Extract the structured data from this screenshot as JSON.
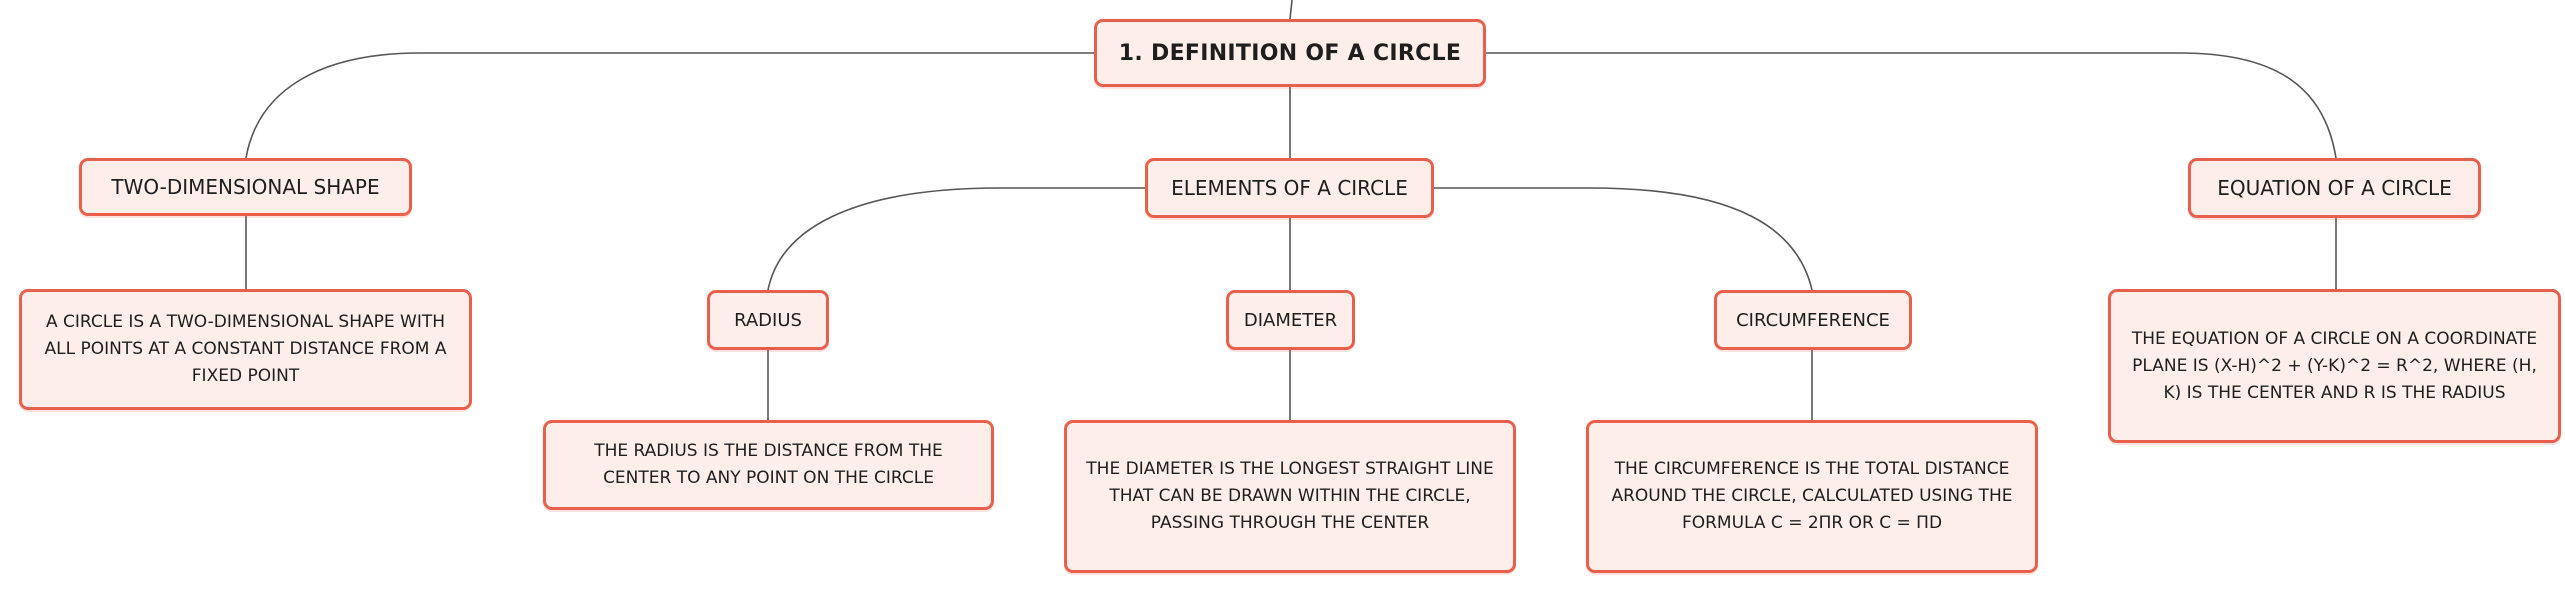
{
  "mindmap": {
    "root": "1. DEFINITION OF A CIRCLE",
    "two_dimensional": {
      "label": "TWO-DIMENSIONAL SHAPE",
      "description": "A CIRCLE IS A TWO-DIMENSIONAL SHAPE WITH ALL POINTS AT A CONSTANT DISTANCE FROM A FIXED POINT"
    },
    "elements": {
      "label": "ELEMENTS OF A CIRCLE",
      "radius": {
        "label": "RADIUS",
        "description": "THE RADIUS IS THE DISTANCE FROM THE CENTER TO ANY POINT ON THE CIRCLE"
      },
      "diameter": {
        "label": "DIAMETER",
        "description": "THE DIAMETER IS THE LONGEST STRAIGHT LINE THAT CAN BE DRAWN WITHIN THE CIRCLE, PASSING THROUGH THE CENTER"
      },
      "circumference": {
        "label": "CIRCUMFERENCE",
        "description": "THE CIRCUMFERENCE IS THE TOTAL DISTANCE AROUND THE CIRCLE, CALCULATED USING THE FORMULA C = 2ΠR OR C = ΠD"
      }
    },
    "equation": {
      "label": "EQUATION OF A CIRCLE",
      "description": "THE EQUATION OF A CIRCLE ON A COORDINATE PLANE IS (X-H)^2 + (Y-K)^2 = R^2, WHERE (H, K) IS THE CENTER AND R IS THE RADIUS"
    }
  },
  "colors": {
    "node_fill": "#fdeeea",
    "node_border": "#e8604c",
    "connector": "#555555",
    "text": "#1e1e1e"
  }
}
